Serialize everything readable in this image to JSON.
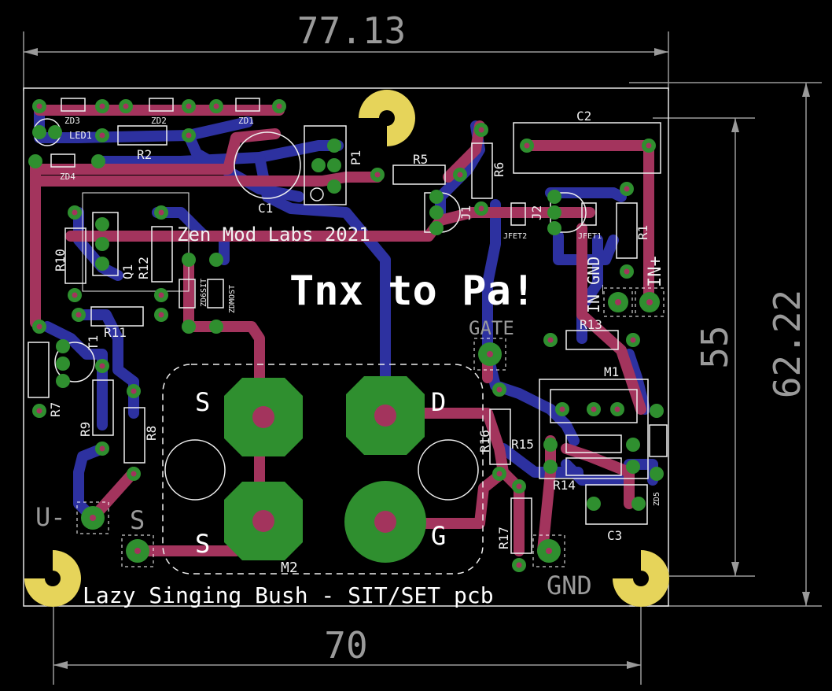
{
  "colors": {
    "background": "#000000",
    "dimension": "#9a9a9a",
    "outline": "#e6e6e6",
    "top_copper": "#a3345d",
    "bottom_copper": "#2d31a0",
    "pad": "#2f8f2f",
    "via_drill": "#e6d45a",
    "silk": "#ffffff"
  },
  "dimensions": {
    "top_width": "77.13",
    "bottom_width": "70",
    "inner_height": "55",
    "outer_height": "62.22"
  },
  "titles": {
    "brand": "Zen Mod Labs 2021",
    "dedication": "Tnx to Pa!",
    "board": "Lazy Singing Bush - SIT/SET pcb"
  },
  "connectors": {
    "v_minus": "U-",
    "s_left": "S",
    "gate": "GATE",
    "gnd": "GND",
    "in_gnd": "IN_GND",
    "in_plus": "IN+"
  },
  "pins": {
    "s_top": "S",
    "s_bottom": "S",
    "d": "D",
    "g": "G",
    "m2": "M2"
  },
  "components": {
    "zd3": "ZD3",
    "zd2": "ZD2",
    "zd1": "ZD1",
    "led1": "LED1",
    "r2": "R2",
    "zd4": "ZD4",
    "c1": "C1",
    "p1": "P1",
    "r5": "R5",
    "r6": "R6",
    "c2": "C2",
    "j1": "J1",
    "j2": "J2",
    "jfet1": "JFET1",
    "jfet2": "JFET2",
    "r1": "R1",
    "r10": "R10",
    "q1": "Q1",
    "r12": "R12",
    "zd6_sit": "ZD6SIT",
    "zd_most": "ZDMOST",
    "r11": "R11",
    "t1": "T1",
    "r7": "R7",
    "r9": "R9",
    "r8": "R8",
    "r13": "R13",
    "m1": "M1",
    "r16": "R16",
    "r15": "R15",
    "r14": "R14",
    "zd5": "ZD5",
    "r17": "R17",
    "c3": "C3"
  }
}
